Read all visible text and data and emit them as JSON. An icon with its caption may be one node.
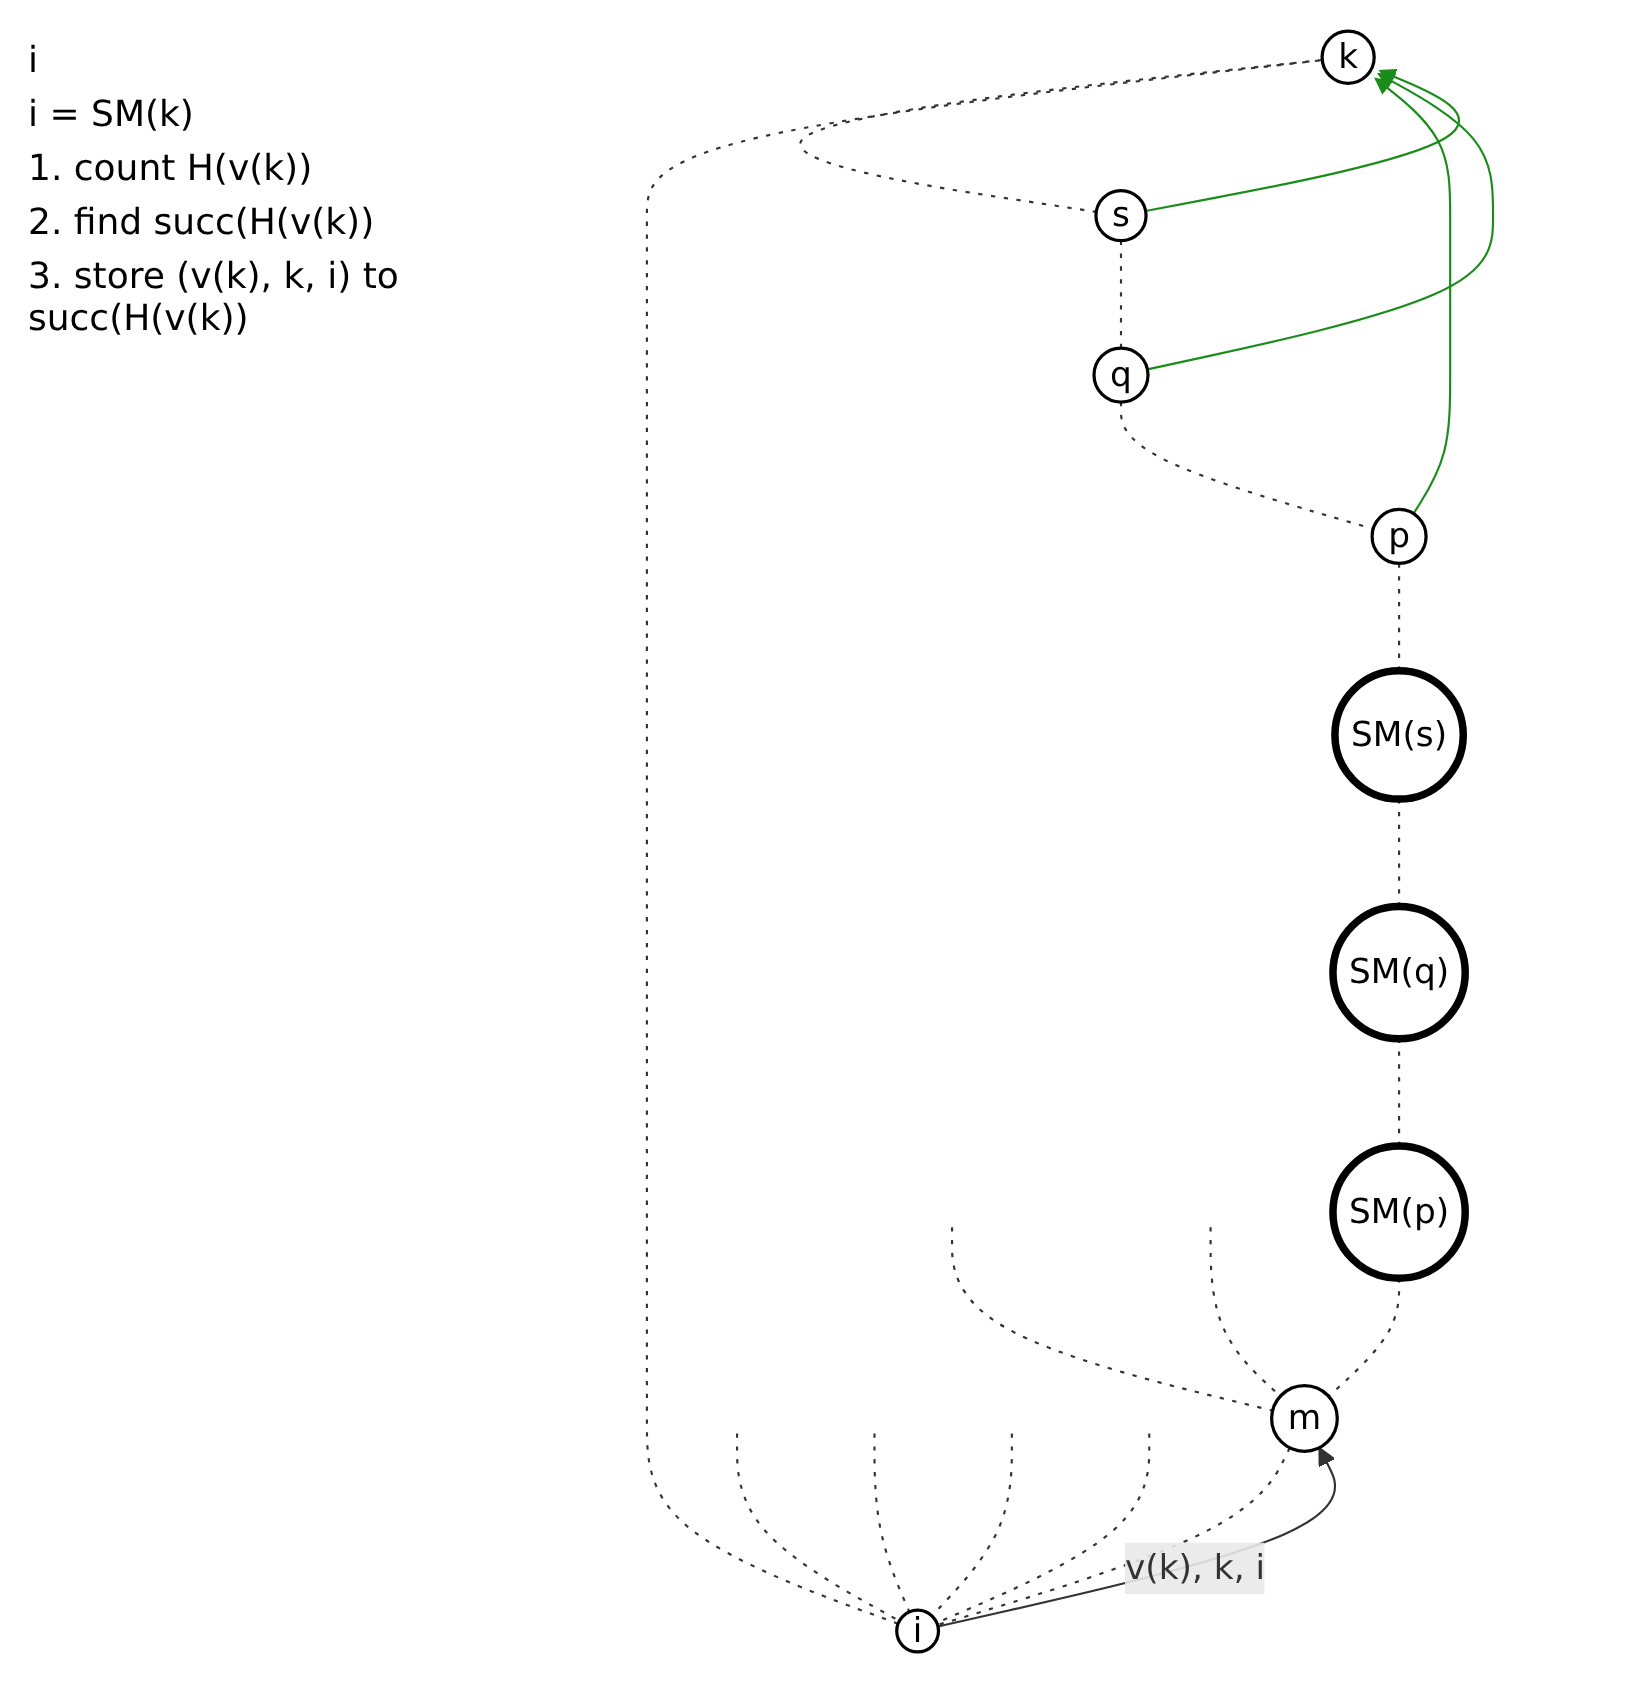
{
  "diagram": {
    "nodes": [
      {
        "text": [
          "k"
        ]
      },
      {
        "text": [
          "i"
        ]
      },
      {
        "text": [
          "s"
        ]
      },
      {
        "text": [
          "q"
        ]
      },
      {
        "text": [
          "m"
        ]
      },
      {
        "text": [
          "p"
        ]
      },
      {
        "text": [
          "SM(s)"
        ]
      },
      {
        "text": [
          "SM(p)"
        ]
      },
      {
        "text": [
          "SM(q)"
        ]
      }
    ],
    "edges": [
      {
        "from": 1,
        "to": 0,
        "arrow": "none",
        "style": "dashed"
      },
      {
        "from": 0,
        "to": 2,
        "arrow": "none",
        "style": "dashed"
      },
      {
        "from": 2,
        "to": 3,
        "arrow": "none",
        "style": "dashed"
      },
      {
        "from": 3,
        "to": 5,
        "arrow": "none",
        "style": "dashed"
      },
      {
        "from": 5,
        "to": 6,
        "arrow": "none",
        "style": "dashed"
      },
      {
        "from": 6,
        "to": 8,
        "arrow": "none",
        "style": "dashed"
      },
      {
        "from": 8,
        "to": 7,
        "arrow": "none",
        "style": "dashed"
      },
      {
        "from": 7,
        "to": 4,
        "arrow": "none",
        "style": "dashed"
      },
      {
        "from": 4,
        "to": 1,
        "arrow": "none",
        "style": "dashed"
      },
      {
        "from": 1,
        "to": 4,
        "arrow": "to",
        "label": "v(k), k, i"
      },
      {
        "from": 2,
        "to": 0,
        "arrow": "to",
        "color": "#1a8c1a"
      },
      {
        "from": 3,
        "to": 0,
        "arrow": "to",
        "color": "#1a8c1a"
      },
      {
        "from": 5,
        "to": 0,
        "arrow": "to",
        "color": "#1a8c1a"
      },
      {
        "from": null,
        "to": 1,
        "arrow": "none",
        "style": "dashed"
      },
      {
        "from": null,
        "to": 1,
        "arrow": "none",
        "style": "dashed"
      },
      {
        "from": null,
        "to": 1,
        "arrow": "none",
        "style": "dashed"
      },
      {
        "from": null,
        "to": 1,
        "arrow": "none",
        "style": "dashed"
      },
      {
        "from": null,
        "to": 4,
        "arrow": "none",
        "style": "dashed"
      },
      {
        "from": null,
        "to": 4,
        "arrow": "none",
        "style": "dashed"
      }
    ],
    "labels": [
      "i",
      "i = SM(k)",
      "1. count H(v(k))",
      "2. find succ(H(v(k))",
      "3. store (v(k), k, i) to succ(H(v(k))"
    ]
  }
}
